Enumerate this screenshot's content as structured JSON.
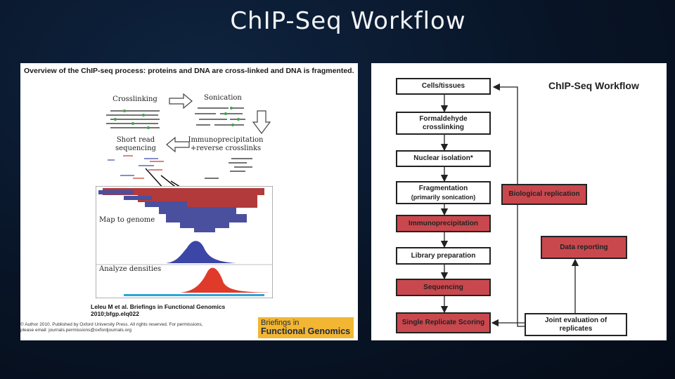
{
  "slide": {
    "title": "ChIP-Seq Workflow"
  },
  "left_panel": {
    "heading": "Overview of the ChIP-seq process: proteins and DNA are cross-linked and DNA is fragmented.",
    "labels": {
      "crosslinking": "Crosslinking",
      "sonication": "Sonication",
      "immuno_line1": "Immunoprecipitation",
      "immuno_line2": "+reverse crosslinks",
      "short_read_line1": "Short read",
      "short_read_line2": "sequencing",
      "map_to_genome": "Map to genome",
      "analyze_densities": "Analyze densities"
    },
    "citation_line1": "Leleu M et al. Briefings in Functional Genomics",
    "citation_line2": "2010;bfgp.elq022",
    "copyright_line1": "© Author 2010. Published by Oxford University Press. All rights reserved. For permissions,",
    "copyright_line2": "please email: journals.permissions@oxfordjournals.org",
    "journal_line1": "Briefings in",
    "journal_line2": "Functional Genomics"
  },
  "workflow": {
    "title": "ChIP-Seq Workflow",
    "steps": {
      "cells": "Cells/tissues",
      "formaldehyde_line1": "Formaldehyde",
      "formaldehyde_line2": "crosslinking",
      "nuclear": "Nuclear isolation*",
      "fragmentation_line1": "Fragmentation",
      "fragmentation_line2": "(primarily sonication)",
      "immuno": "Immunoprecipitation",
      "library": "Library preparation",
      "sequencing": "Sequencing",
      "single_replicate": "Single Replicate Scoring",
      "biological_replication": "Biological replication",
      "data_reporting": "Data reporting",
      "joint_line1": "Joint evaluation of",
      "joint_line2": "replicates"
    }
  }
}
